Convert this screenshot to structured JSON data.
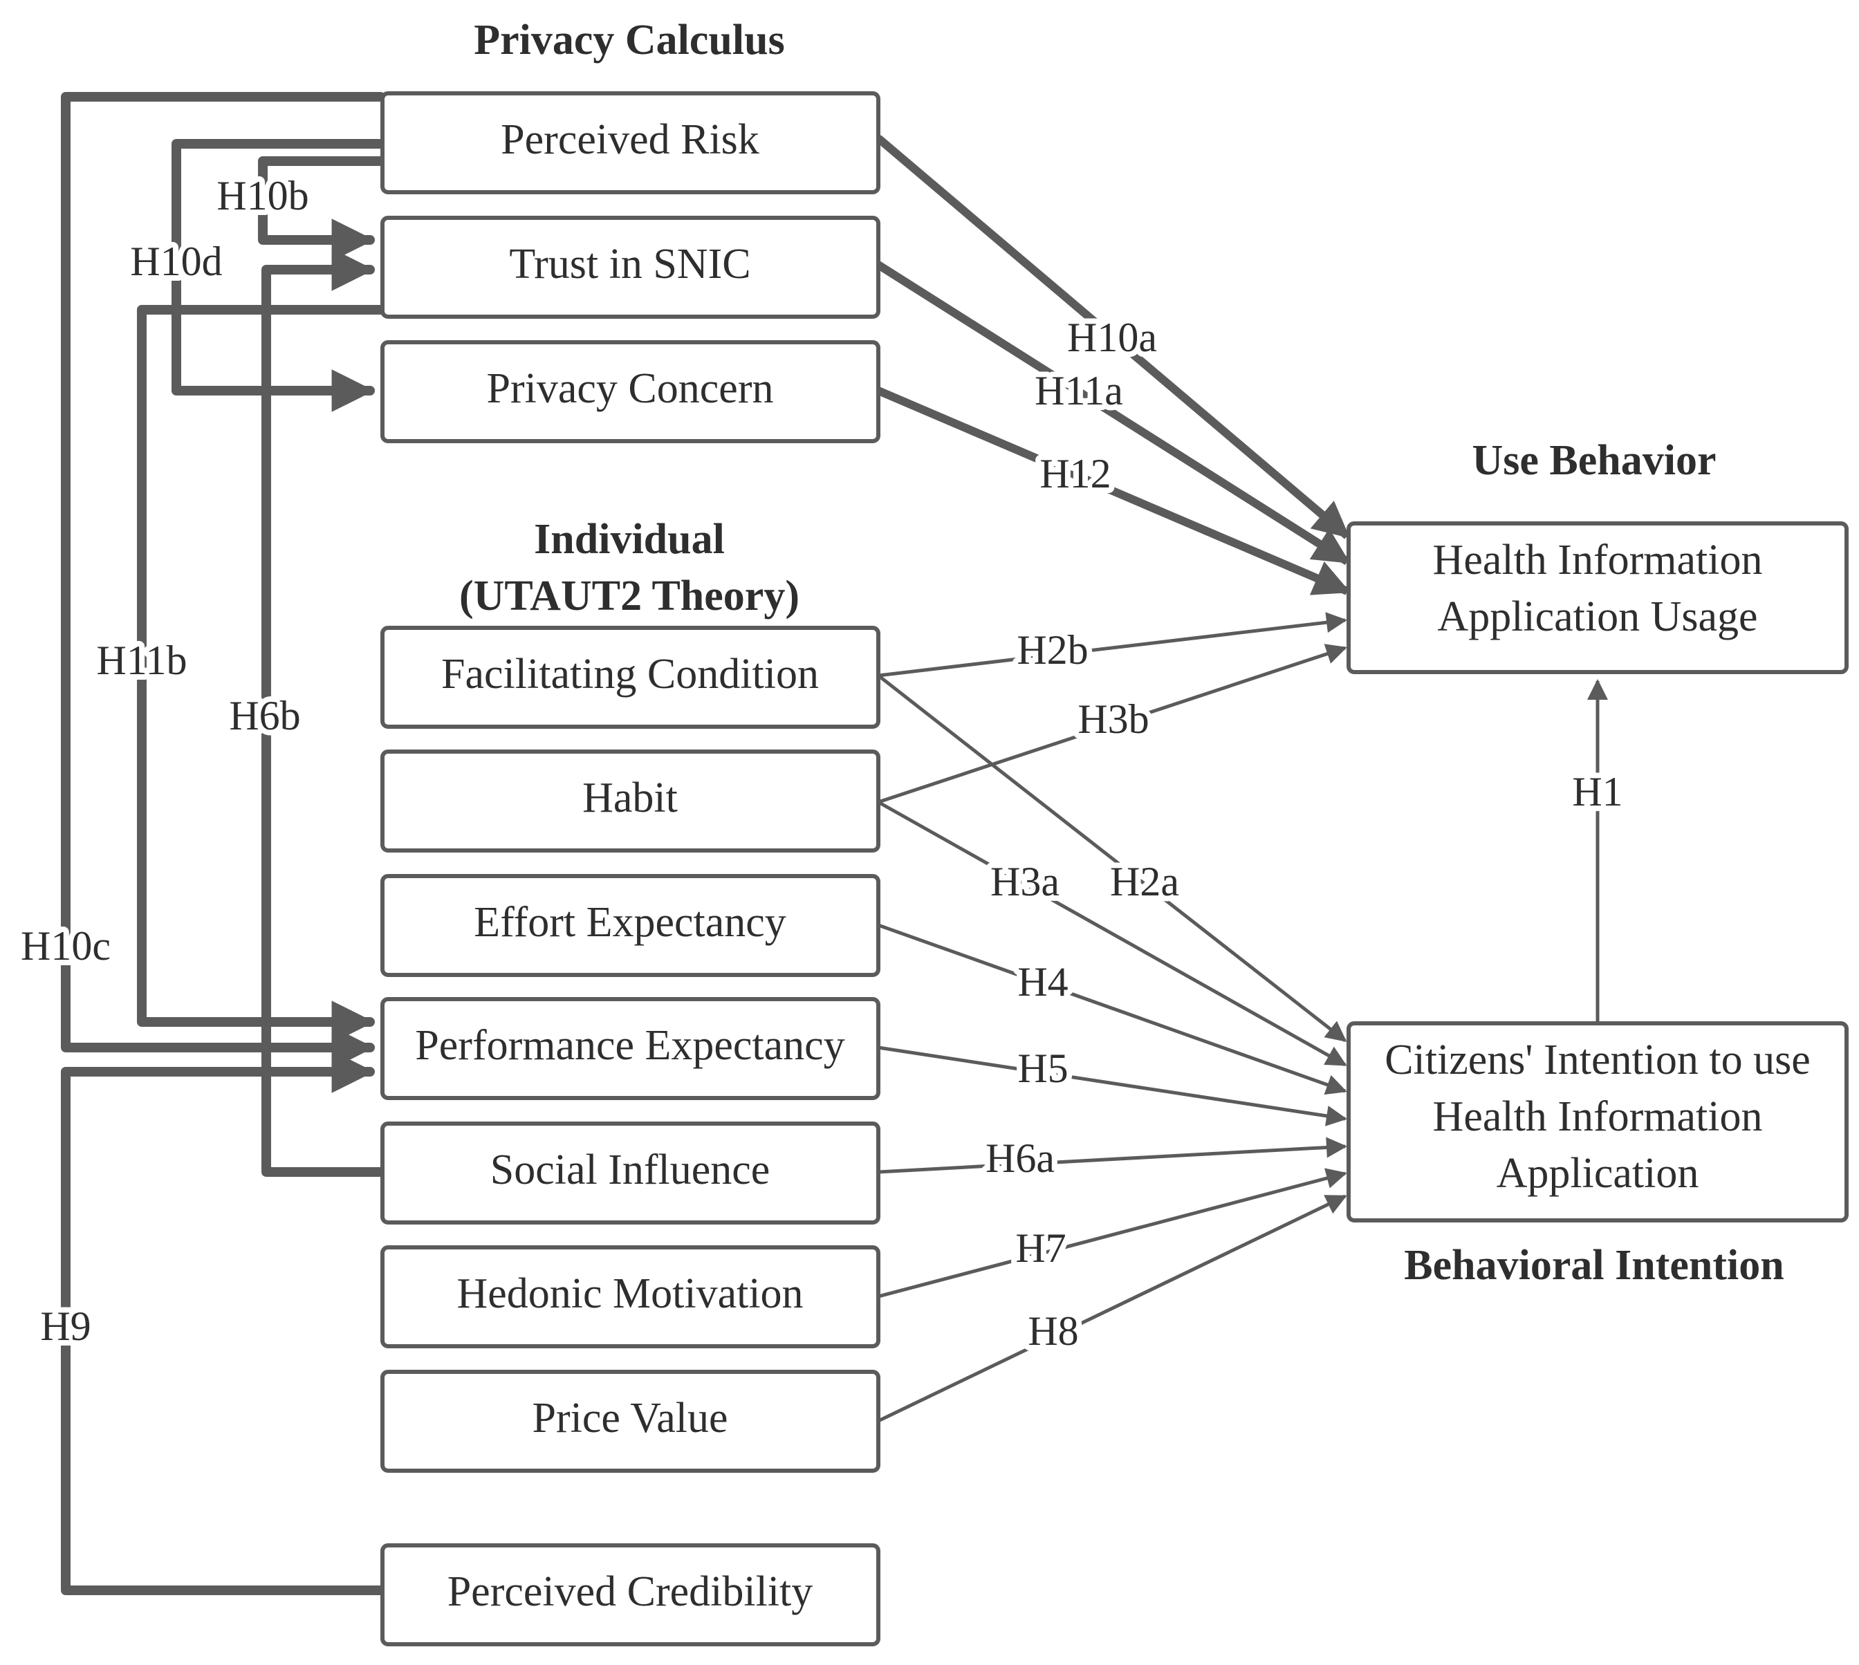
{
  "colors": {
    "stroke": "#5b5b5b",
    "text": "#2e2e2e",
    "background": "#ffffff"
  },
  "headings": {
    "privacy_calculus": "Privacy Calculus",
    "individual_line1": "Individual",
    "individual_line2": "(UTAUT2 Theory)",
    "use_behavior": "Use Behavior",
    "behavioral_intention": "Behavioral Intention"
  },
  "nodes": {
    "perceived_risk": "Perceived Risk",
    "trust_snic": "Trust in SNIC",
    "privacy_concern": "Privacy Concern",
    "facilitating_condition": "Facilitating Condition",
    "habit": "Habit",
    "effort_expectancy": "Effort Expectancy",
    "performance_expectancy": "Performance Expectancy",
    "social_influence": "Social Influence",
    "hedonic_motivation": "Hedonic Motivation",
    "price_value": "Price Value",
    "perceived_credibility": "Perceived Credibility",
    "usage_line1": "Health Information",
    "usage_line2": "Application Usage",
    "intention_line1": "Citizens' Intention to use",
    "intention_line2": "Health Information",
    "intention_line3": "Application"
  },
  "edge_labels": {
    "h1": "H1",
    "h2a": "H2a",
    "h2b": "H2b",
    "h3a": "H3a",
    "h3b": "H3b",
    "h4": "H4",
    "h5": "H5",
    "h6a": "H6a",
    "h6b": "H6b",
    "h7": "H7",
    "h8": "H8",
    "h9": "H9",
    "h10a": "H10a",
    "h10b": "H10b",
    "h10c": "H10c",
    "h10d": "H10d",
    "h11a": "H11a",
    "h11b": "H11b",
    "h12": "H12"
  }
}
